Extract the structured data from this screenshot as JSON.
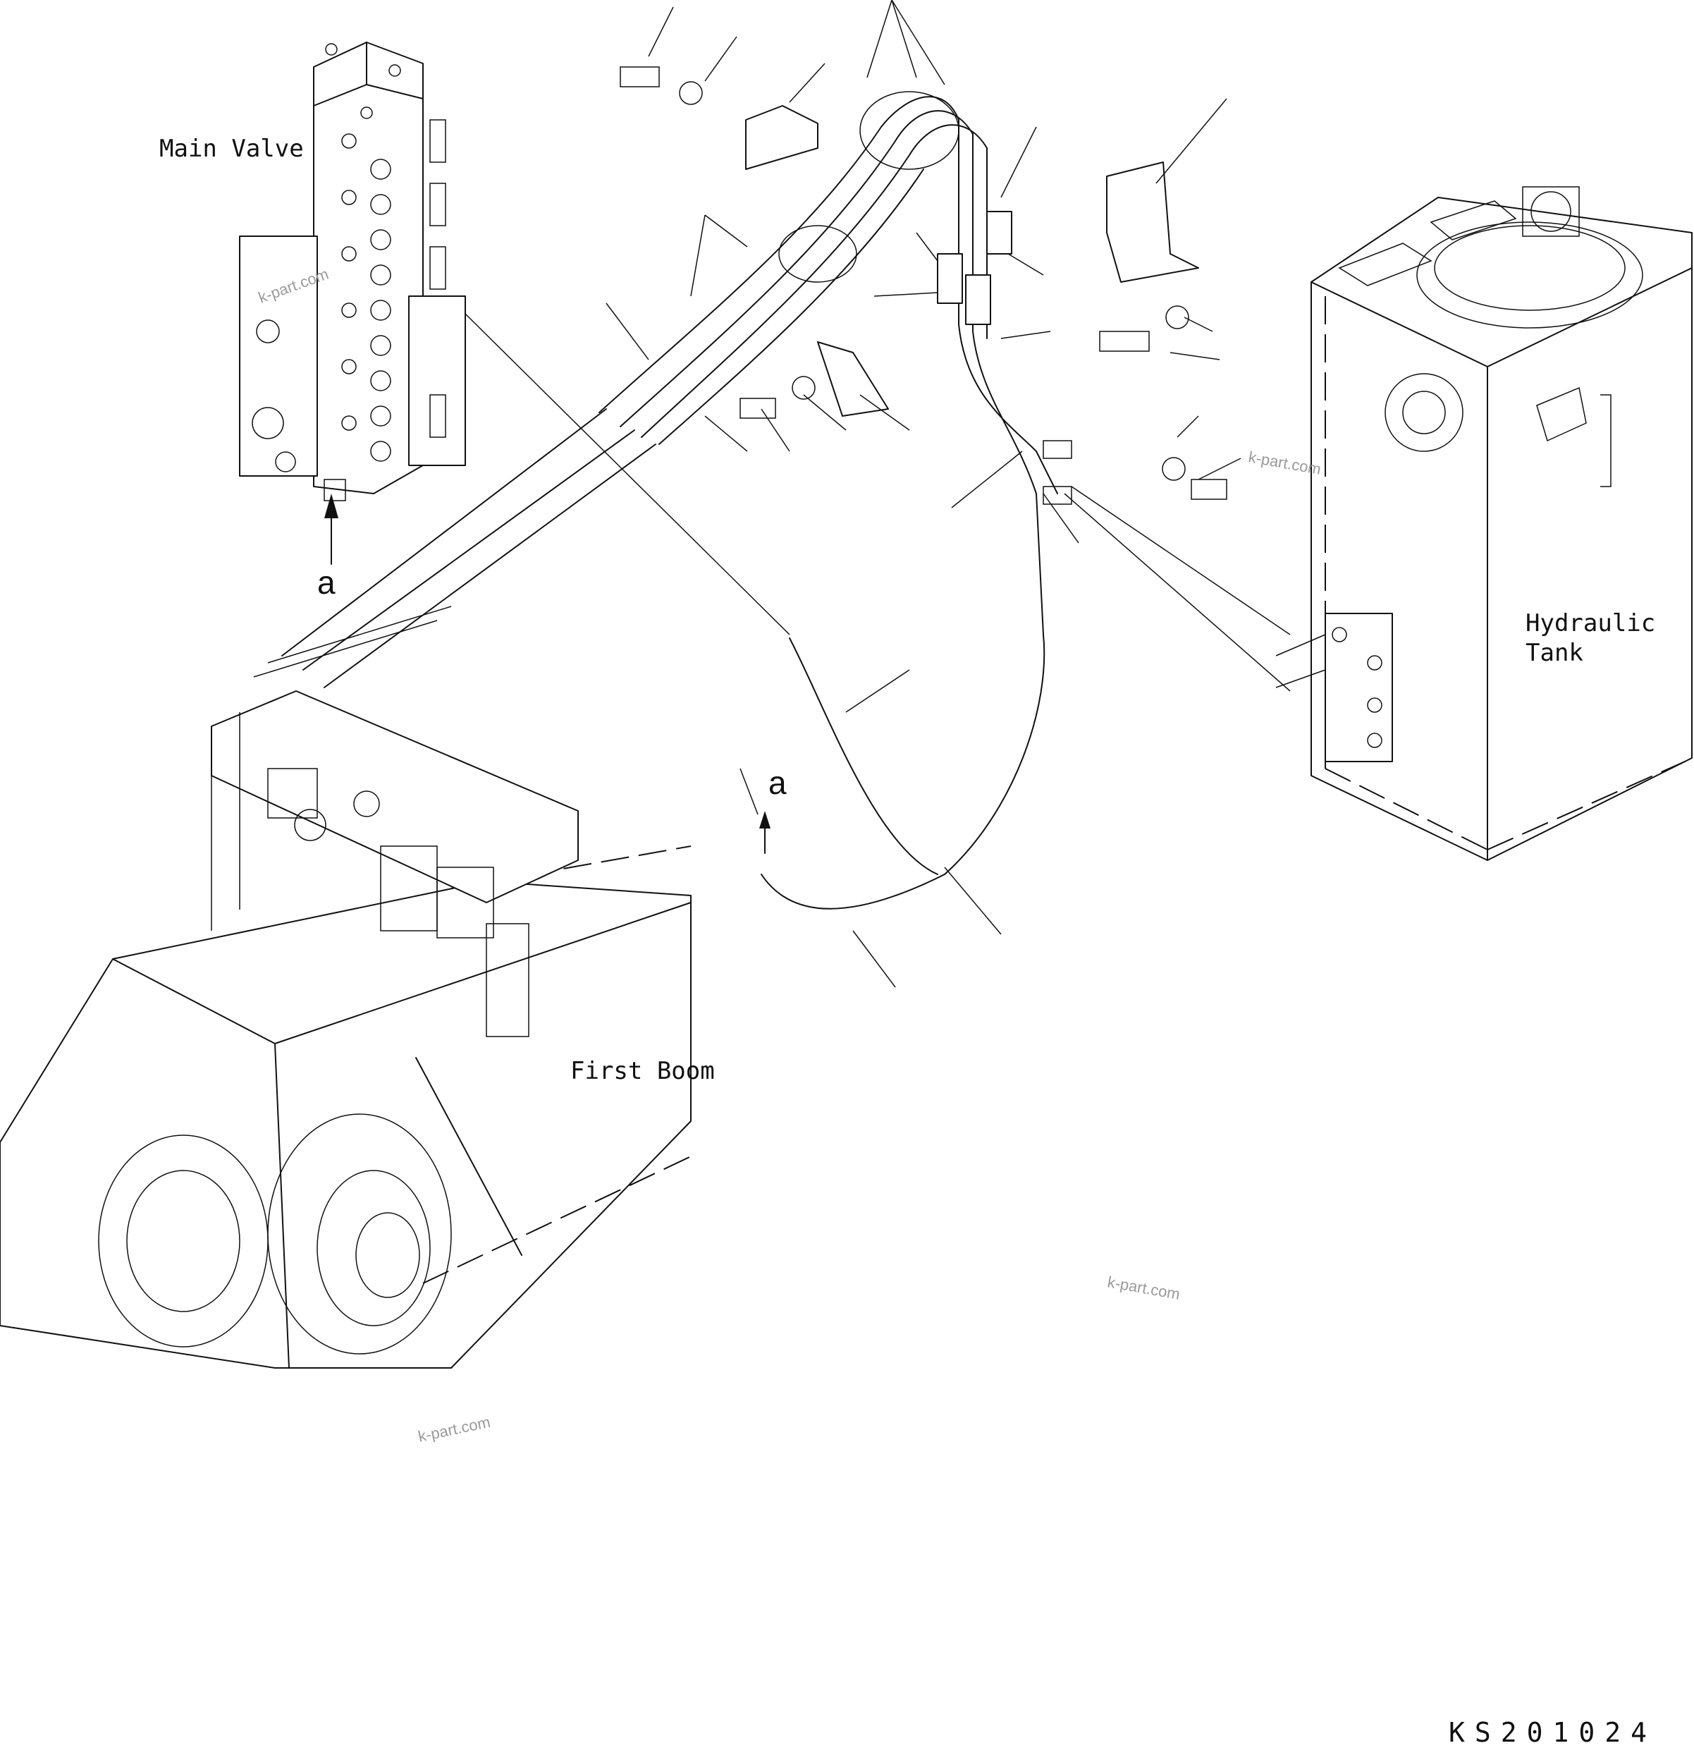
{
  "labels": {
    "main_valve": "Main Valve",
    "hydraulic_tank_line1": "Hydraulic",
    "hydraulic_tank_line2": "Tank",
    "first_boom": "First Boom",
    "connection_a_top": "a",
    "connection_a_mid": "a",
    "drawing_code": "KS201024"
  },
  "watermarks": [
    "k-part.com",
    "k-part.com",
    "k-part.com",
    "k-part.com"
  ]
}
